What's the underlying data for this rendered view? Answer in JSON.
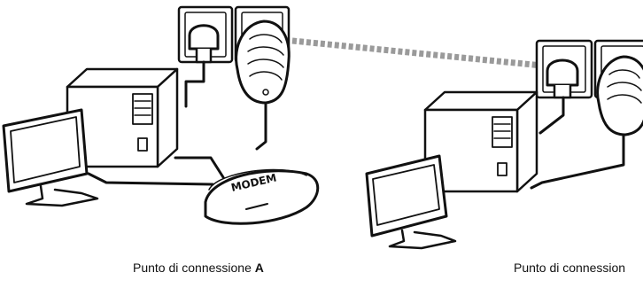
{
  "diagram": {
    "modem_label": "MODEM",
    "captions": {
      "a_prefix": "Punto di connessione ",
      "a_letter": "A",
      "b_text": "Punto di connession"
    },
    "colors": {
      "stroke": "#111111",
      "fill": "#ffffff",
      "dashed_link": "#9a9a9a"
    },
    "icons": [
      "wall-socket-icon",
      "powerline-adapter-icon",
      "pc-tower-icon",
      "monitor-icon",
      "modem-icon"
    ]
  }
}
